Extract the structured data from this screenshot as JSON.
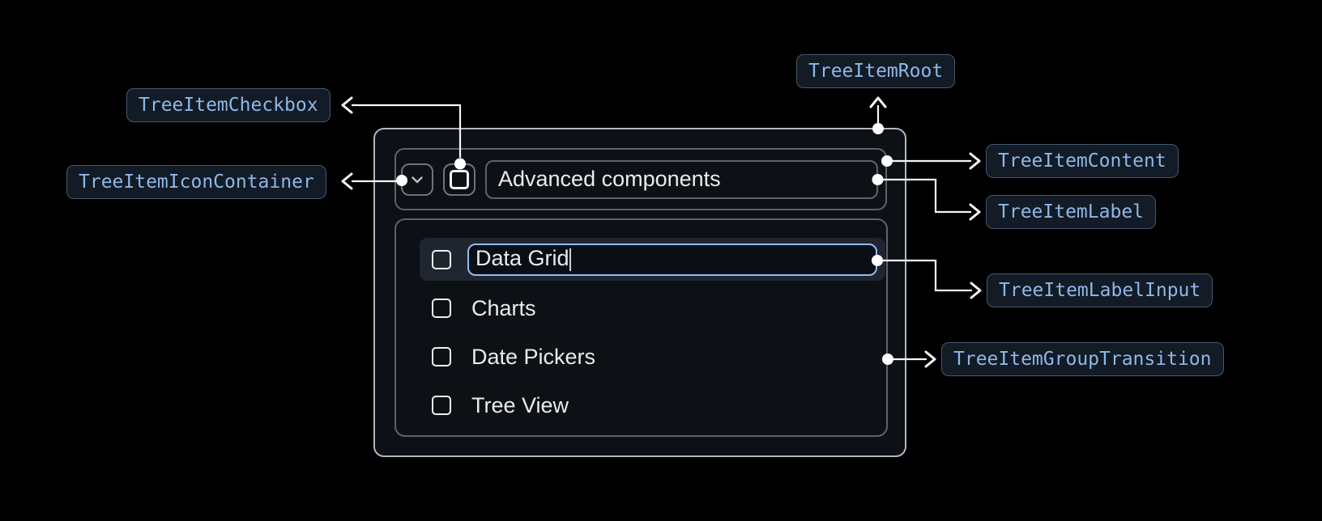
{
  "badges": {
    "root": "TreeItemRoot",
    "checkbox": "TreeItemCheckbox",
    "icon_container": "TreeItemIconContainer",
    "content": "TreeItemContent",
    "label": "TreeItemLabel",
    "label_input": "TreeItemLabelInput",
    "group_transition": "TreeItemGroupTransition"
  },
  "tree": {
    "parent_label": "Advanced components",
    "label_input_value": "Data Grid",
    "items": [
      "Charts",
      "Date Pickers",
      "Tree View"
    ]
  },
  "icons": {
    "expand": "chevron-down-icon",
    "checkbox": "checkbox-unchecked-icon",
    "caret": "text-caret"
  },
  "colors": {
    "page_background": "#000000",
    "root_background": "#0d1116",
    "root_border": "#b0b6be",
    "inner_border": "#5c636d",
    "icon_box_border": "#6d747e",
    "checkbox_glyph": "#eef1f3",
    "tree_text": "#e9ebed",
    "row_highlight_bg": "#20262f",
    "input_focus_border": "#8fbdf2",
    "input_bg": "#0b0f15",
    "badge_bg": "#121b26",
    "badge_border": "#46586d",
    "badge_text": "#8fb7e6",
    "connector": "#f4f6f8"
  }
}
